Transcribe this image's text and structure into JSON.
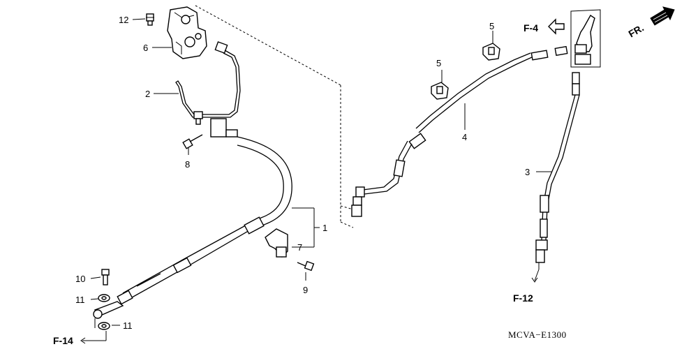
{
  "diagram": {
    "callouts": {
      "c1": "1",
      "c2": "2",
      "c3": "3",
      "c4": "4",
      "c5a": "5",
      "c5b": "5",
      "c6": "6",
      "c7": "7",
      "c8": "8",
      "c9": "9",
      "c10": "10",
      "c11a": "11",
      "c11b": "11",
      "c12": "12"
    },
    "references": {
      "f4": "F-4",
      "f12": "F-12",
      "f14": "F-14",
      "front": "FR."
    },
    "diagram_code": "MCVA−E1300"
  }
}
